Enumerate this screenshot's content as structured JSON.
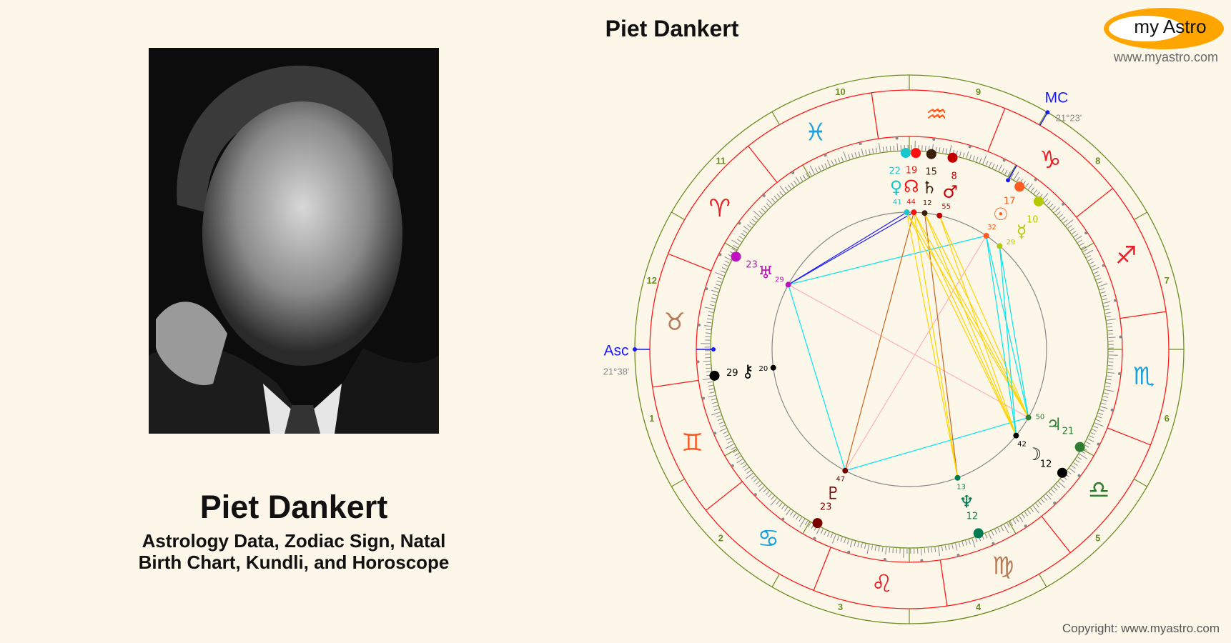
{
  "person": {
    "name": "Piet Dankert",
    "subtitle_line1": "Astrology Data, Zodiac Sign, Natal",
    "subtitle_line2": "Birth Chart, Kundli, and Horoscope"
  },
  "chart_header": {
    "title": "Piet Dankert"
  },
  "logo": {
    "text": "my Astro",
    "site": "www.myastro.com",
    "accent": "#ffa500"
  },
  "footer": {
    "copyright": "Copyright: www.myastro.com"
  },
  "angles": {
    "asc": {
      "label": "Asc",
      "position": "21°38'",
      "longitude": 51.63,
      "color": "#1a1aff"
    },
    "mc": {
      "label": "MC",
      "position": "21°23'",
      "longitude": 291.38,
      "color": "#1a1aff"
    }
  },
  "houses": [
    "1",
    "2",
    "3",
    "4",
    "5",
    "6",
    "7",
    "8",
    "9",
    "10",
    "11",
    "12"
  ],
  "signs": [
    {
      "name": "aries",
      "glyph": "♈",
      "color": "#e8202a"
    },
    {
      "name": "taurus",
      "glyph": "♉",
      "color": "#b87a55"
    },
    {
      "name": "gemini",
      "glyph": "♊",
      "color": "#ff5a1f"
    },
    {
      "name": "cancer",
      "glyph": "♋",
      "color": "#1aa0e0"
    },
    {
      "name": "leo",
      "glyph": "♌",
      "color": "#e8202a"
    },
    {
      "name": "virgo",
      "glyph": "♍",
      "color": "#b87a55"
    },
    {
      "name": "libra",
      "glyph": "♎",
      "color": "#2e7d32"
    },
    {
      "name": "scorpio",
      "glyph": "♏",
      "color": "#1aa0e0"
    },
    {
      "name": "sagittarius",
      "glyph": "♐",
      "color": "#e8202a"
    },
    {
      "name": "capricorn",
      "glyph": "♑",
      "color": "#e8202a"
    },
    {
      "name": "aquarius",
      "glyph": "♒",
      "color": "#ff5a1f"
    },
    {
      "name": "pisces",
      "glyph": "♓",
      "color": "#1aa0e0"
    }
  ],
  "planets": [
    {
      "name": "venus",
      "glyph": "♀",
      "longitude": 322.68,
      "degree": "22",
      "minute": "41",
      "color": "#16c8cc",
      "label_angle_shift": 3
    },
    {
      "name": "north-node",
      "glyph": "☊",
      "longitude": 319.73,
      "degree": "19",
      "minute": "44",
      "color": "#ff1010",
      "label_angle_shift": 1
    },
    {
      "name": "saturn",
      "glyph": "♄",
      "longitude": 315.2,
      "degree": "15",
      "minute": "12",
      "color": "#3a1f0a",
      "label_angle_shift": -0.5
    },
    {
      "name": "mars",
      "glyph": "♂",
      "longitude": 308.92,
      "degree": "8",
      "minute": "55",
      "color": "#c00000",
      "label_angle_shift": -1.5
    },
    {
      "name": "sun",
      "glyph": "☉",
      "longitude": 287.53,
      "degree": "17",
      "minute": "32",
      "color": "#ff5a1f",
      "label_angle_shift": 0
    },
    {
      "name": "mercury",
      "glyph": "☿",
      "longitude": 280.48,
      "degree": "10",
      "minute": "29",
      "color": "#b5c800",
      "label_angle_shift": -2
    },
    {
      "name": "uranus",
      "glyph": "♅",
      "longitude": 23.48,
      "degree": "23",
      "minute": "29",
      "color": "#c010c0",
      "label_angle_shift": 0
    },
    {
      "name": "chiron",
      "glyph": "⚷",
      "longitude": 59.33,
      "degree": "29",
      "minute": "20",
      "color": "#000000",
      "label_angle_shift": 0
    },
    {
      "name": "jupiter",
      "glyph": "♃",
      "longitude": 201.83,
      "degree": "21",
      "minute": "50",
      "color": "#2e7d32",
      "label_angle_shift": 2
    },
    {
      "name": "moon",
      "glyph": "☽",
      "longitude": 192.7,
      "degree": "12",
      "minute": "42",
      "color": "#000000",
      "label_angle_shift": -1
    },
    {
      "name": "neptune",
      "glyph": "♆",
      "longitude": 162.22,
      "degree": "12",
      "minute": "13",
      "color": "#007a50",
      "label_angle_shift": 0
    },
    {
      "name": "pluto",
      "glyph": "♇",
      "longitude": 113.78,
      "degree": "23",
      "minute": "47",
      "color": "#7a0000",
      "label_angle_shift": 0
    }
  ],
  "aspect_colors": {
    "sextile": "#1a1aff",
    "square": "#00e5ee",
    "trine": "#ffd400",
    "opposition": "#ffb0b8",
    "quincunx": "#c8641e"
  },
  "aspects": [
    {
      "a": "uranus",
      "b": "venus",
      "type": "sextile"
    },
    {
      "a": "uranus",
      "b": "north-node",
      "type": "sextile"
    },
    {
      "a": "uranus",
      "b": "sun",
      "type": "square"
    },
    {
      "a": "uranus",
      "b": "pluto",
      "type": "square"
    },
    {
      "a": "uranus",
      "b": "jupiter",
      "type": "opposition"
    },
    {
      "a": "sun",
      "b": "pluto",
      "type": "opposition"
    },
    {
      "a": "pluto",
      "b": "jupiter",
      "type": "square"
    },
    {
      "a": "pluto",
      "b": "north-node",
      "type": "quincunx"
    },
    {
      "a": "neptune",
      "b": "saturn",
      "type": "quincunx"
    },
    {
      "a": "venus",
      "b": "jupiter",
      "type": "trine"
    },
    {
      "a": "north-node",
      "b": "jupiter",
      "type": "trine"
    },
    {
      "a": "saturn",
      "b": "jupiter",
      "type": "trine"
    },
    {
      "a": "mars",
      "b": "jupiter",
      "type": "trine"
    },
    {
      "a": "venus",
      "b": "moon",
      "type": "trine"
    },
    {
      "a": "north-node",
      "b": "moon",
      "type": "trine"
    },
    {
      "a": "saturn",
      "b": "moon",
      "type": "trine"
    },
    {
      "a": "mars",
      "b": "moon",
      "type": "trine"
    },
    {
      "a": "venus",
      "b": "neptune",
      "type": "trine"
    },
    {
      "a": "north-node",
      "b": "neptune",
      "type": "trine"
    },
    {
      "a": "sun",
      "b": "jupiter",
      "type": "square"
    },
    {
      "a": "mercury",
      "b": "jupiter",
      "type": "square"
    },
    {
      "a": "sun",
      "b": "moon",
      "type": "square"
    },
    {
      "a": "mercury",
      "b": "moon",
      "type": "square"
    }
  ]
}
